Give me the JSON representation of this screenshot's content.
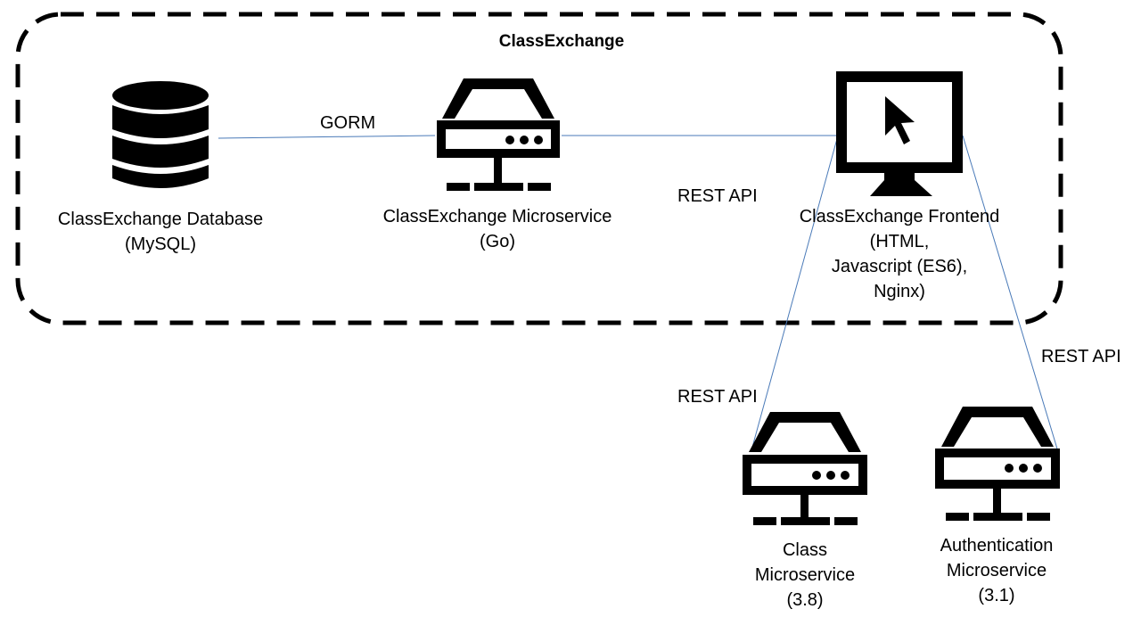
{
  "boundary": {
    "title": "ClassExchange"
  },
  "nodes": {
    "database": {
      "icon": "database-icon",
      "label_line1": "ClassExchange Database",
      "label_line2": "(MySQL)"
    },
    "microservice": {
      "icon": "server-icon",
      "label_line1": "ClassExchange Microservice",
      "label_line2": "(Go)"
    },
    "frontend": {
      "icon": "monitor-cursor-icon",
      "label_line1": "ClassExchange Frontend",
      "label_line2": "(HTML,",
      "label_line3": "Javascript (ES6),",
      "label_line4": "Nginx)"
    },
    "class_service": {
      "icon": "server-icon",
      "label_line1": "Class",
      "label_line2": "Microservice",
      "label_line3": "(3.8)"
    },
    "auth_service": {
      "icon": "server-icon",
      "label_line1": "Authentication",
      "label_line2": "Microservice",
      "label_line3": "(3.1)"
    }
  },
  "edges": {
    "db_to_microservice": "GORM",
    "microservice_to_frontend": "REST API",
    "frontend_to_class": "REST API",
    "frontend_to_auth": "REST API"
  },
  "colors": {
    "stroke": "#000000",
    "connector": "#4a7ab8"
  }
}
